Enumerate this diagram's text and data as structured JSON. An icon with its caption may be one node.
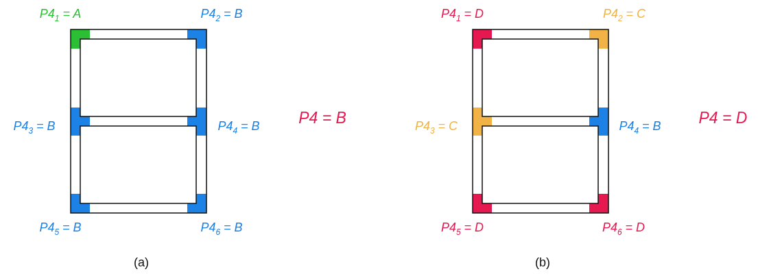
{
  "diagram": {
    "labels": [
      "P4$_{1}$ = A",
      "P4$_{2}$ = B",
      "P4$_{3}$ = B",
      "P4$_{4}$ = B",
      "P4 = B",
      "P4$_{5}$ = B",
      "P4$_{6}$ = B",
      "(a)",
      "P4$_{1}$ = D",
      "P4$_{2}$ = C",
      "P4$_{3}$ = C",
      "P4$_{4}$ = B",
      "P4 = D",
      "P4$_{5}$ = D",
      "P4$_{6}$ = D",
      "(b)"
    ]
  }
}
